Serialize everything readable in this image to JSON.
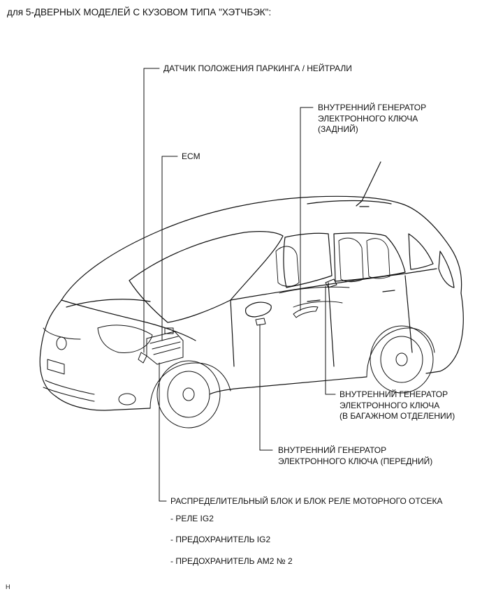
{
  "heading": "для 5-ДВЕРНЫХ МОДЕЛЕЙ С КУЗОВОМ ТИПА \"ХЭТЧБЭК\":",
  "labels": {
    "park_neutral_sensor": "ДАТЧИК ПОЛОЖЕНИЯ ПАРКИНГА / НЕЙТРАЛИ",
    "ecm": "ECM",
    "rear_key_osc": [
      "ВНУТРЕННИЙ ГЕНЕРАТОР",
      "ЭЛЕКТРОННОГО КЛЮЧА",
      "(ЗАДНИЙ)"
    ],
    "luggage_key_osc": [
      "ВНУТРЕННИЙ ГЕНЕРАТОР",
      "ЭЛЕКТРОННОГО КЛЮЧА",
      "(В БАГАЖНОМ ОТДЕЛЕНИИ)"
    ],
    "front_key_osc": [
      "ВНУТРЕННИЙ ГЕНЕРАТОР",
      "ЭЛЕКТРОННОГО КЛЮЧА (ПЕРЕДНИЙ)"
    ],
    "engine_room_jb": "РАСПРЕДЕЛИТЕЛЬНЫЙ БЛОК И БЛОК РЕЛЕ МОТОРНОГО ОТСЕКА",
    "jb_items": [
      "- РЕЛЕ IG2",
      "- ПРЕДОХРАНИТЕЛЬ IG2",
      "- ПРЕДОХРАНИТЕЛЬ AM2 № 2"
    ]
  },
  "footer_mark": "H",
  "colors": {
    "line": "#111111",
    "background": "#ffffff"
  }
}
